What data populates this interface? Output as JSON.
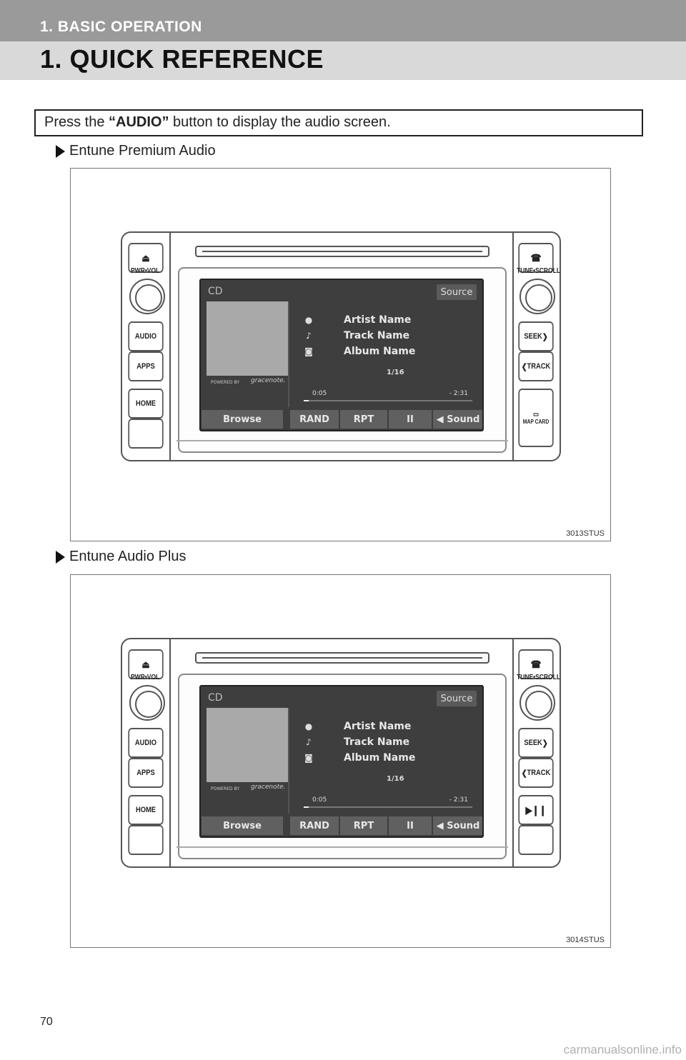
{
  "header": {
    "section": "1. BASIC OPERATION",
    "title": "1. QUICK REFERENCE"
  },
  "instruction": {
    "prefix": "Press the ",
    "button_name": "“AUDIO”",
    "suffix": " button to display the audio screen."
  },
  "figures": [
    {
      "subheading": "Entune Premium Audio",
      "code": "3013STUS",
      "unit": {
        "left_buttons": [
          "AUDIO",
          "APPS",
          "HOME"
        ],
        "right_buttons": [
          "SEEK",
          "TRACK"
        ],
        "map_card_label": "MAP CARD",
        "knob_left_label": "PWR•VOL",
        "knob_right_label": "TUNE•SCROLL"
      }
    },
    {
      "subheading": "Entune Audio Plus",
      "code": "3014STUS",
      "unit": {
        "left_buttons": [
          "AUDIO",
          "APPS",
          "HOME"
        ],
        "right_buttons": [
          "SEEK",
          "TRACK"
        ],
        "knob_left_label": "PWR•VOL",
        "knob_right_label": "TUNE•SCROLL"
      }
    }
  ],
  "screen": {
    "title": "CD",
    "source_button": "Source",
    "artist": "Artist Name",
    "track": "Track Name",
    "album": "Album Name",
    "track_count": "1/16",
    "elapsed": "0:05",
    "remaining": "-  2:31",
    "progress": 0.03,
    "powered_by": "POWERED BY",
    "gracenote": "gracenote.",
    "bottom_buttons": [
      "Browse",
      "RAND",
      "RPT",
      "II",
      "◀ Sound"
    ]
  },
  "page_number": "70",
  "watermark": "carmanualsonline.info"
}
